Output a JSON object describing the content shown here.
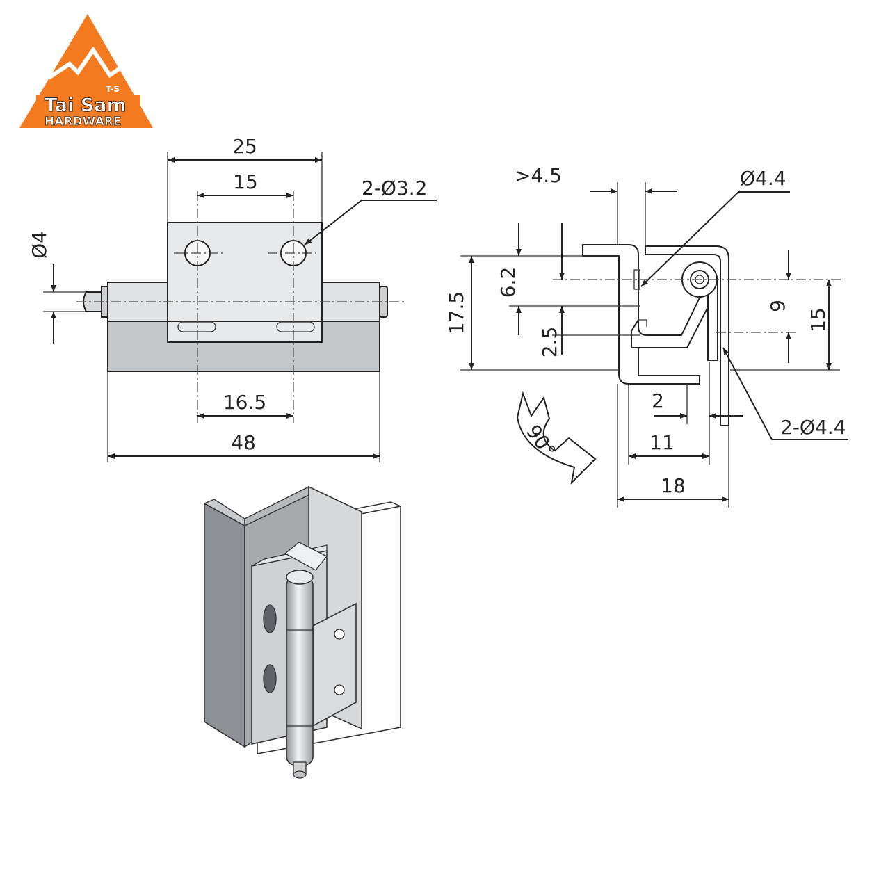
{
  "logo": {
    "brand": "Tai Sam",
    "sub": "HARDWARE",
    "mark": "T-S",
    "color": "#f47a20"
  },
  "front_view": {
    "dims": {
      "overall_leaf": "25",
      "hole_spacing_top": "15",
      "holes_top": "2-Ø3.2",
      "pin_dia": "Ø4",
      "hole_spacing_bottom": "16.5",
      "overall_length": "48"
    }
  },
  "side_view": {
    "dims": {
      "min_gap": ">4.5",
      "pin_hole": "Ø4.4",
      "height_total": "17.5",
      "offset_a": "6.2",
      "offset_b": "2.5",
      "vertical_9": "9",
      "vertical_15": "15",
      "flange_2": "2",
      "holes_side": "2-Ø4.4",
      "width_11": "11",
      "width_18": "18"
    },
    "rotation": "90°"
  }
}
